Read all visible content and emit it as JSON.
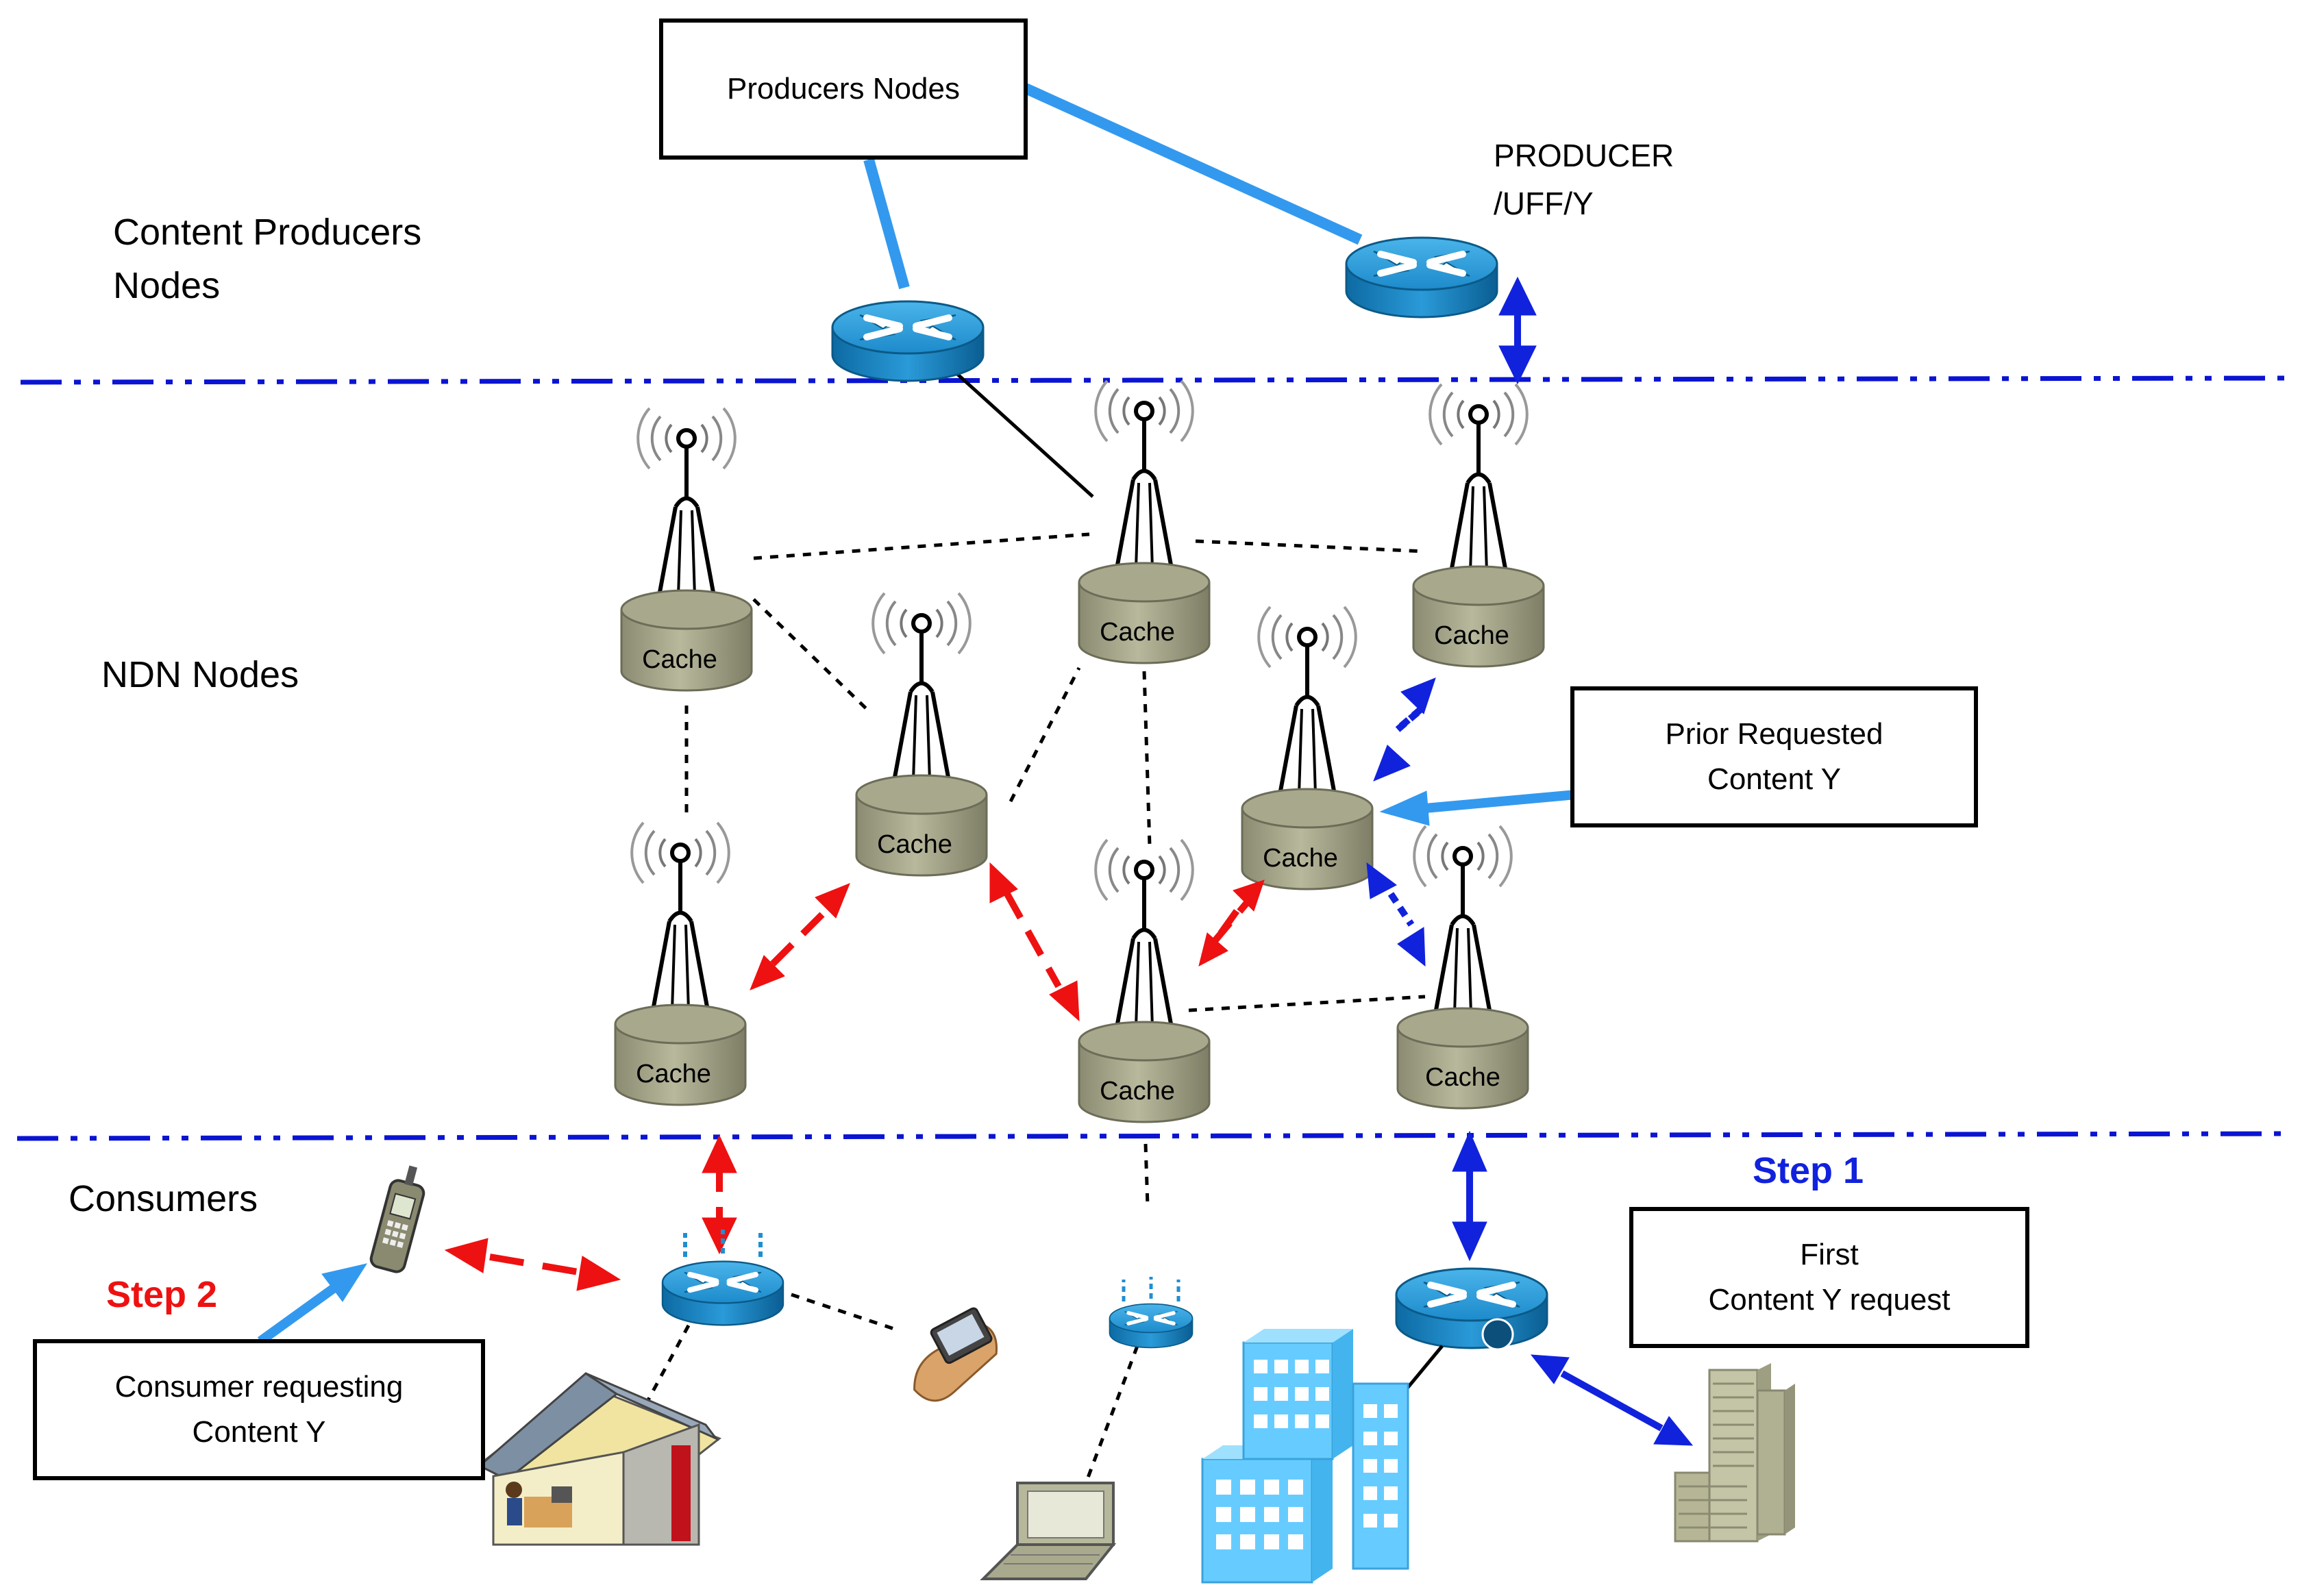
{
  "sections": {
    "producers": "Content Producers\nNodes",
    "ndn": "NDN Nodes",
    "consumers": "Consumers"
  },
  "boxes": {
    "producers_nodes": "Producers Nodes",
    "prior_requested": "Prior Requested\nContent Y",
    "first_request": "First\nContent Y request",
    "consumer_requesting": "Consumer requesting\nContent Y"
  },
  "producer_label": {
    "line1": "PRODUCER",
    "line2": "/UFF/Y"
  },
  "steps": {
    "step1": "Step 1",
    "step2": "Step 2"
  },
  "cache_labels": [
    "Cache",
    "Cache",
    "Cache",
    "Cache",
    "Cache",
    "Cache",
    "Cache",
    "Cache"
  ],
  "colors": {
    "boundary": "#0a14d2",
    "producer_link": "#3399ee",
    "red_path": "#ee1111",
    "blue_path": "#1122dd",
    "router": "#1f8fd0",
    "cache": "#a6a68a",
    "building": "#66ccff",
    "tower": "#b3b394"
  },
  "icons": [
    "router-icon",
    "cache-tower-icon",
    "phone-icon",
    "pda-icon",
    "laptop-icon",
    "house-icon",
    "office-building-icon",
    "tower-building-icon"
  ]
}
